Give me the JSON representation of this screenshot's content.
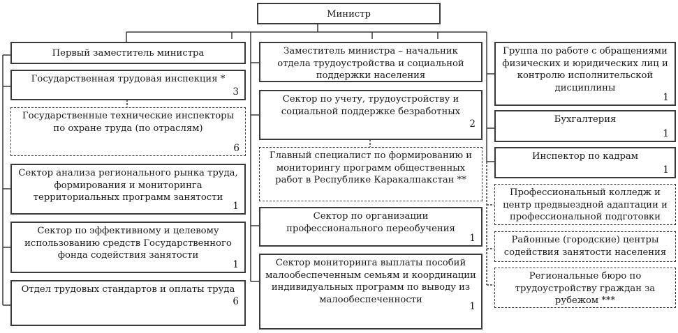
{
  "minister": {
    "label": "Министр"
  },
  "left_column": [
    {
      "label": "Первый заместитель министра",
      "count": ""
    },
    {
      "label": "Государственная трудовая инспекция *",
      "count": "3"
    },
    {
      "label": "Государственные технические инспекторы\nпо охране труда (по отраслям)",
      "count": "6",
      "dashed": true
    },
    {
      "label": "Сектор анализа регионального рынка труда,\nформирования и мониторинга\nтерриториальных программ занятости",
      "count": "1"
    },
    {
      "label": "Сектор по эффективному и целевому\nиспользованию средств Государственного\nфонда содействия занятости",
      "count": "1"
    },
    {
      "label": "Отдел трудовых стандартов и оплаты труда",
      "count": "6"
    }
  ],
  "middle_column": [
    {
      "label": "Заместитель министра – начальник\nотдела трудоустройства и социальной\nподдержки населения",
      "count": ""
    },
    {
      "label": "Сектор по учету, трудоустройству и\nсоциальной поддержке безработных",
      "count": "2"
    },
    {
      "label": "Главный специалист по формированию и\nмониторингу программ общественных\nработ в Республике Каракалпакстан **",
      "count": "",
      "dashed": true
    },
    {
      "label": "Сектор по организации\nпрофессионального переобучения",
      "count": "1"
    },
    {
      "label": "Сектор мониторинга выплаты пособий\nмалообеспеченным семьям и координации\nиндивидуальных программ по выводу из\nмалообеспеченности",
      "count": "1"
    }
  ],
  "right_column": [
    {
      "label": "Группа по работе с обращениями\nфизических и юридических лиц и\nконтролю исполнительской\nдисциплины",
      "count": "1"
    },
    {
      "label": "Бухгалтерия",
      "count": "1"
    },
    {
      "label": "Инспектор по кадрам",
      "count": "1"
    },
    {
      "label": "Профессиональный колледж и\nцентр предвыездной адаптации и\nпрофессиональной подготовки",
      "count": "",
      "dashed": true
    },
    {
      "label": "Районные (городские) центры\nсодействия занятости населения",
      "count": "",
      "dashed": true
    },
    {
      "label": "Региональные бюро по\nтрудоустройству граждан за\nрубежом ***",
      "count": "",
      "dashed": true
    }
  ]
}
